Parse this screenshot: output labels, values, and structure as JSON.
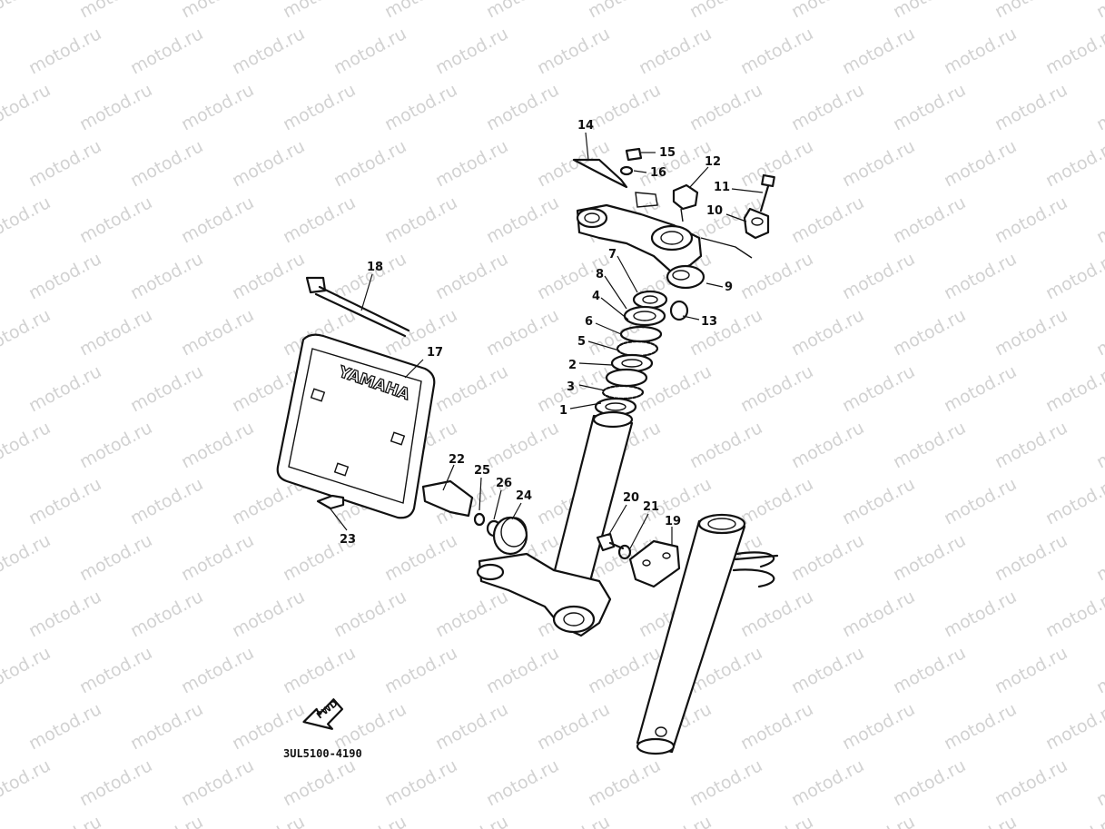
{
  "watermark": {
    "text": "motod.ru"
  },
  "diagram": {
    "drawing_code": "3UL5100-4190",
    "brand_text": "YAMAHA",
    "fwd_text": "FWD",
    "callouts": [
      "1",
      "2",
      "3",
      "4",
      "5",
      "6",
      "7",
      "8",
      "9",
      "10",
      "11",
      "12",
      "13",
      "14",
      "15",
      "16",
      "17",
      "18",
      "19",
      "20",
      "21",
      "22",
      "23",
      "24",
      "25",
      "26"
    ]
  }
}
